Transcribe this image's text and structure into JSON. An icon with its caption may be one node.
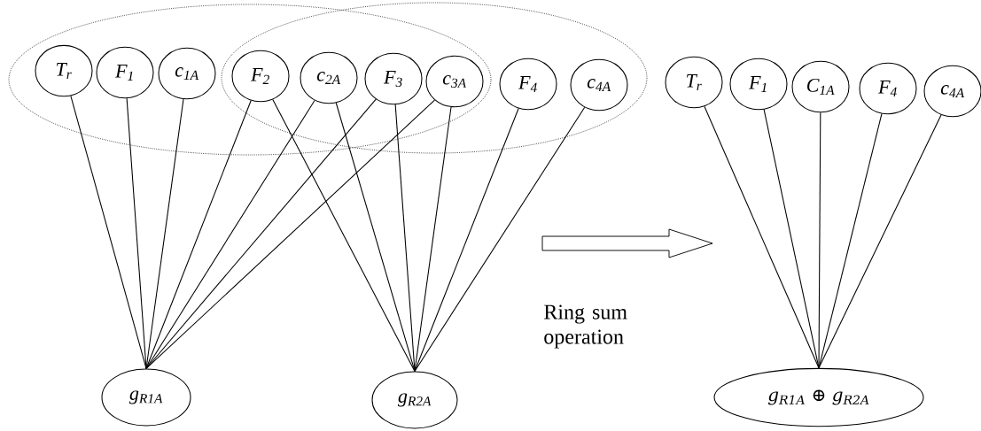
{
  "diagram": {
    "nodes": [
      {
        "text": [
          "T$_{r}$"
        ]
      },
      {
        "text": [
          "F$_{1}$"
        ]
      },
      {
        "text": [
          "c$_{1A}$"
        ]
      },
      {
        "text": [
          "F$_{2}$"
        ]
      },
      {
        "text": [
          "c$_{2A}$"
        ]
      },
      {
        "text": [
          "F$_{3}$"
        ]
      },
      {
        "text": [
          "c$_{3A}$"
        ]
      },
      {
        "text": [
          "F$_{4}$"
        ]
      },
      {
        "text": [
          "c$_{4A}$"
        ]
      },
      {
        "text": [
          "g$_{R1A}$"
        ]
      },
      {
        "text": [
          "g$_{R2A}$"
        ]
      },
      {
        "text": [
          "T$_{r}$"
        ]
      },
      {
        "text": [
          "F$_{1}$"
        ]
      },
      {
        "text": [
          "C$_{1A}$"
        ]
      },
      {
        "text": [
          "F$_{4}$"
        ]
      },
      {
        "text": [
          "c$_{4A}$"
        ]
      },
      {
        "text": [
          "g$_{R1A}$ ⊕ g$_{R2A}$"
        ]
      }
    ],
    "edges": [
      {
        "from": 0,
        "to": 9,
        "arrow": "none"
      },
      {
        "from": 1,
        "to": 9,
        "arrow": "none"
      },
      {
        "from": 2,
        "to": 9,
        "arrow": "none"
      },
      {
        "from": 3,
        "to": 9,
        "arrow": "none"
      },
      {
        "from": 4,
        "to": 9,
        "arrow": "none"
      },
      {
        "from": 5,
        "to": 9,
        "arrow": "none"
      },
      {
        "from": 6,
        "to": 9,
        "arrow": "none"
      },
      {
        "from": 3,
        "to": 10,
        "arrow": "none"
      },
      {
        "from": 4,
        "to": 10,
        "arrow": "none"
      },
      {
        "from": 5,
        "to": 10,
        "arrow": "none"
      },
      {
        "from": 6,
        "to": 10,
        "arrow": "none"
      },
      {
        "from": 7,
        "to": 10,
        "arrow": "none"
      },
      {
        "from": 8,
        "to": 10,
        "arrow": "none"
      },
      {
        "from": 11,
        "to": 16,
        "arrow": "none"
      },
      {
        "from": 12,
        "to": 16,
        "arrow": "none"
      },
      {
        "from": 13,
        "to": 16,
        "arrow": "none"
      },
      {
        "from": 14,
        "to": 16,
        "arrow": "none"
      },
      {
        "from": 15,
        "to": 16,
        "arrow": "none"
      }
    ],
    "labels": [
      "Ring sum operation"
    ]
  }
}
